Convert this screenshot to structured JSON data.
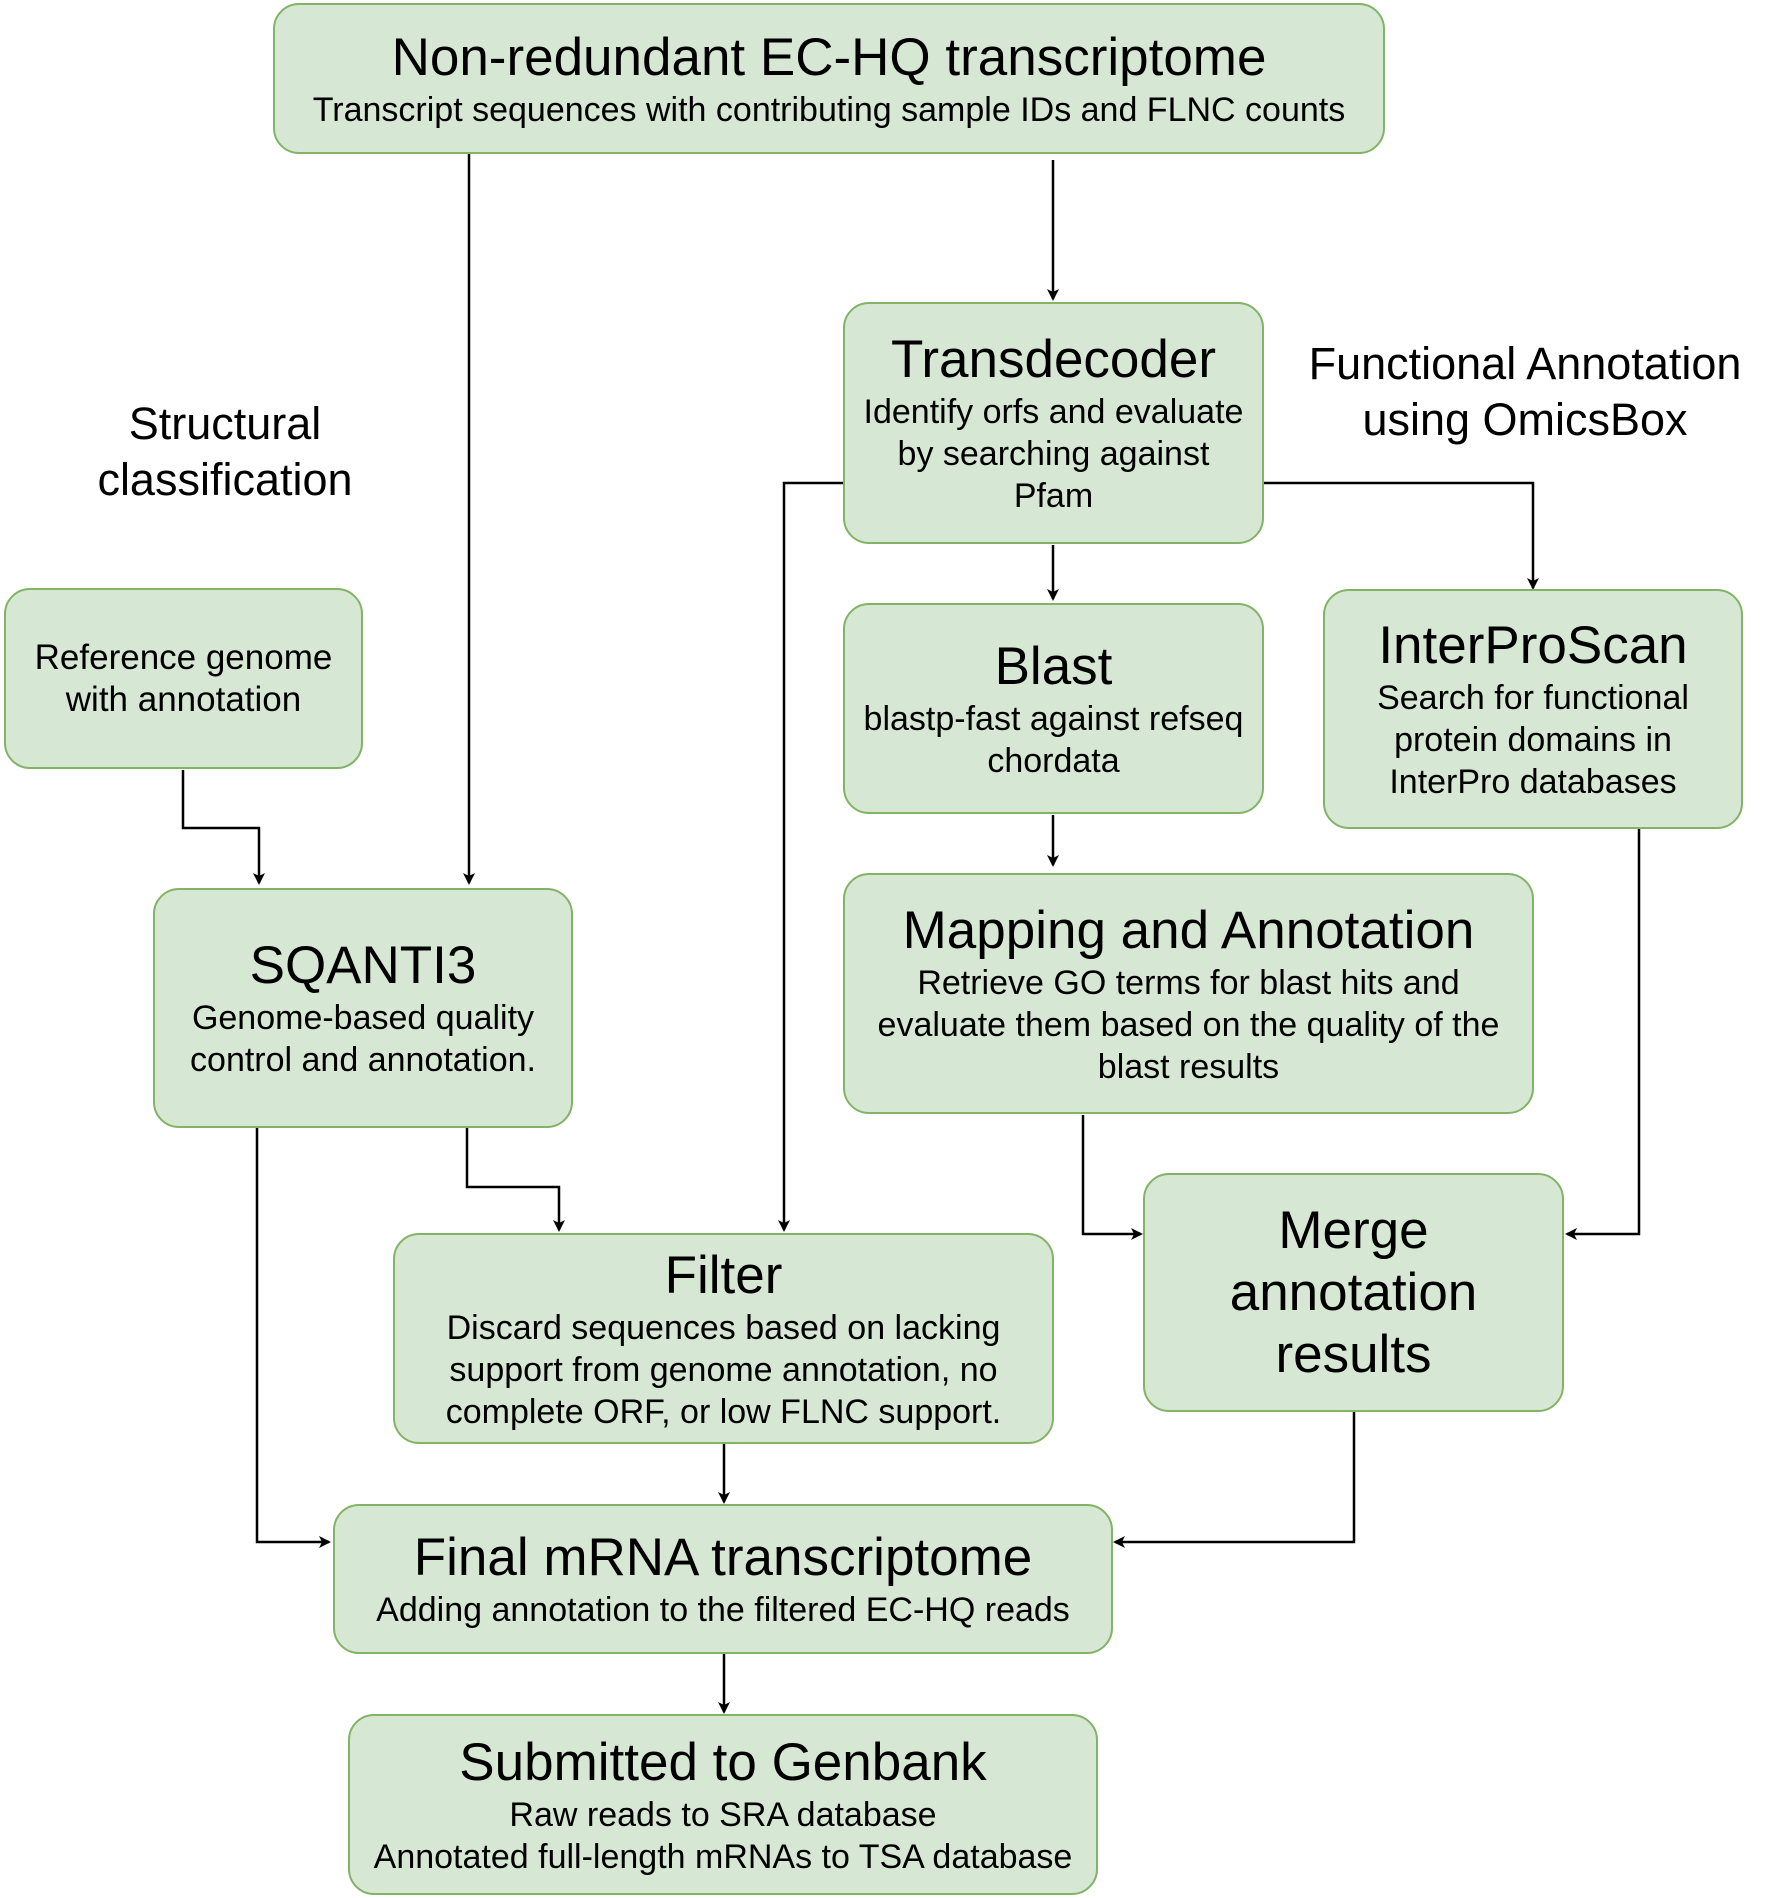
{
  "nodes": {
    "nr": {
      "title": "Non-redundant EC-HQ transcriptome",
      "desc": [
        "Transcript sequences with contributing sample IDs and FLNC counts"
      ]
    },
    "transdecoder": {
      "title": "Transdecoder",
      "desc": [
        "Identify orfs and evaluate",
        "by searching against",
        "Pfam"
      ]
    },
    "ref_genome": {
      "desc": [
        "Reference genome",
        "with annotation"
      ]
    },
    "blast": {
      "title": "Blast",
      "desc": [
        "blastp-fast against refseq",
        "chordata"
      ]
    },
    "interproscan": {
      "title": "InterProScan",
      "desc": [
        "Search for functional",
        "protein domains in",
        "InterPro databases"
      ]
    },
    "sqanti3": {
      "title": "SQANTI3",
      "desc": [
        "Genome-based quality",
        "control and annotation."
      ]
    },
    "mapping": {
      "title": "Mapping and Annotation",
      "desc": [
        "Retrieve GO terms for blast hits and",
        "evaluate them based on the quality of the",
        "blast results"
      ]
    },
    "merge": {
      "title": [
        "Merge",
        "annotation",
        "results"
      ]
    },
    "filter": {
      "title": "Filter",
      "desc": [
        "Discard sequences based on lacking",
        "support from genome annotation, no",
        "complete ORF, or low FLNC support."
      ]
    },
    "final": {
      "title": "Final mRNA transcriptome",
      "desc": [
        "Adding annotation to the filtered EC-HQ reads"
      ]
    },
    "genbank": {
      "title": "Submitted to Genbank",
      "desc": [
        "Raw reads to SRA database",
        "Annotated full-length mRNAs to TSA database"
      ]
    }
  },
  "captions": {
    "structural": [
      "Structural",
      "classification"
    ],
    "functional": [
      "Functional Annotation",
      "using OmicsBox"
    ]
  },
  "colors": {
    "node_fill": "#d6e8d3",
    "node_border": "#82b366",
    "edge": "#000000"
  },
  "edges": [
    {
      "from": "nr",
      "to": "sqanti3"
    },
    {
      "from": "nr",
      "to": "transdecoder"
    },
    {
      "from": "ref_genome",
      "to": "sqanti3"
    },
    {
      "from": "transdecoder",
      "to": "blast"
    },
    {
      "from": "transdecoder",
      "to": "interproscan"
    },
    {
      "from": "transdecoder",
      "to": "filter"
    },
    {
      "from": "blast",
      "to": "mapping"
    },
    {
      "from": "sqanti3",
      "to": "filter"
    },
    {
      "from": "sqanti3",
      "to": "final"
    },
    {
      "from": "mapping",
      "to": "merge"
    },
    {
      "from": "interproscan",
      "to": "merge"
    },
    {
      "from": "filter",
      "to": "final"
    },
    {
      "from": "merge",
      "to": "final"
    },
    {
      "from": "final",
      "to": "genbank"
    }
  ]
}
